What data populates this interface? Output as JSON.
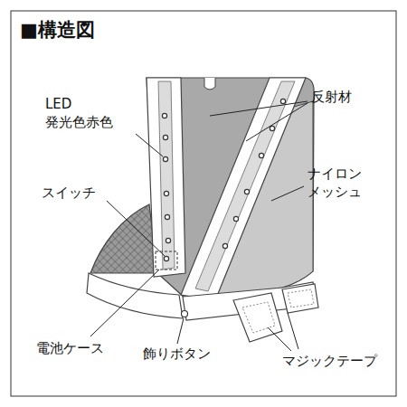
{
  "diagram": {
    "title": "■構造図",
    "labels": [
      "LED 発光色赤色",
      "反射材",
      "ナイロン メッシュ",
      "スイッチ",
      "電池ケース",
      "飾りボタン",
      "マジックテープ"
    ]
  }
}
